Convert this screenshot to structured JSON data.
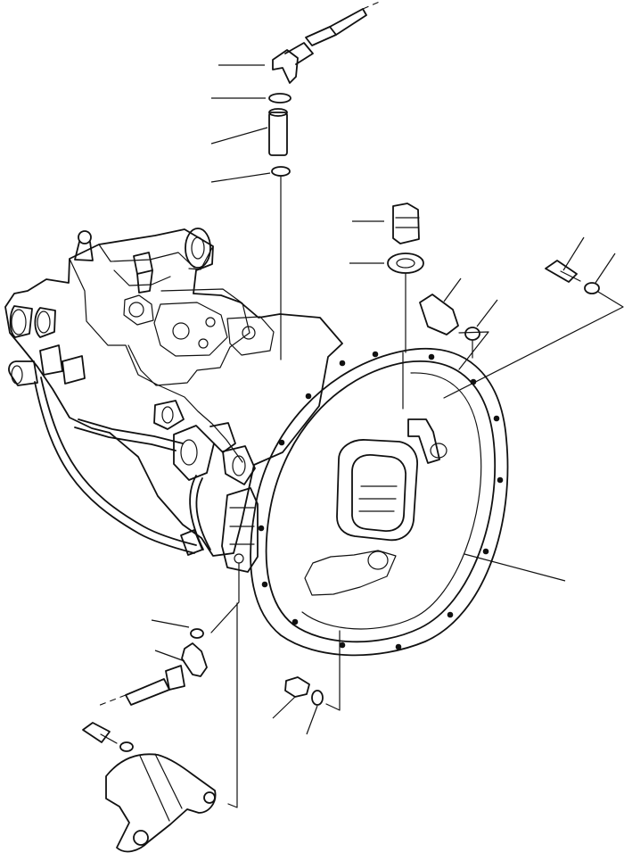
{
  "diagram": {
    "background_color": "#ffffff",
    "ink_color": "#111111",
    "parts": [
      "elbow-fitting",
      "o-ring",
      "adapter",
      "plug",
      "gasket",
      "bolt",
      "washer",
      "connector",
      "bracket",
      "flywheel-housing",
      "pump-assembly"
    ]
  }
}
